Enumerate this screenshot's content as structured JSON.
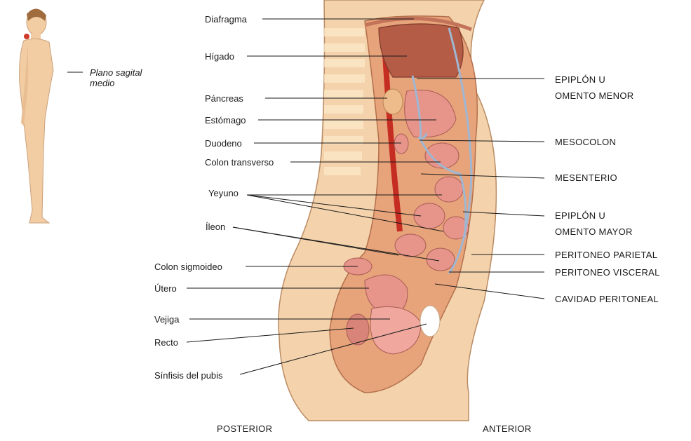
{
  "figure": {
    "plane_label": "Plano sagital medio",
    "left_labels": {
      "diafragma": "Diafragma",
      "higado": "Hígado",
      "pancreas": "Páncreas",
      "estomago": "Estómago",
      "duodeno": "Duodeno",
      "colon_transverso": "Colon transverso",
      "yeyuno": "Yeyuno",
      "ileon": "Íleon",
      "colon_sigmoideo": "Colon sigmoideo",
      "utero": "Útero",
      "vejiga": "Vejiga",
      "recto": "Recto",
      "sinfisis": "Sínfisis del pubis"
    },
    "right_labels": {
      "epiplon_menor_1": "EPIPLÓN U",
      "epiplon_menor_2": "OMENTO MENOR",
      "mesocolon": "MESOCOLON",
      "mesenterio": "MESENTERIO",
      "epiplon_mayor_1": "EPIPLÓN U",
      "epiplon_mayor_2": "OMENTO MAYOR",
      "peritoneo_parietal": "PERITONEO PARIETAL",
      "peritoneo_visceral": "PERITONEO VISCERAL",
      "cavidad_peritoneal": "CAVIDAD PERITONEAL"
    },
    "orientation": {
      "posterior": "POSTERIOR",
      "anterior": "ANTERIOR"
    },
    "colors": {
      "skin": "#f4d3ac",
      "cavity": "#e7a37a",
      "liver": "#b45c45",
      "organ": "#e7948a",
      "organ_dark": "#c96e66",
      "peritoneum": "#9fb7d3",
      "leader": "#1a1a1a"
    }
  }
}
